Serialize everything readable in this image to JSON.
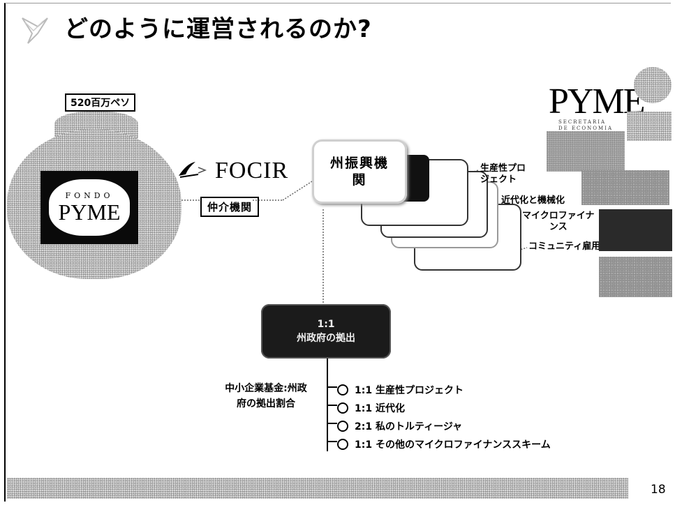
{
  "slide": {
    "title": "どのように運営されるのか?",
    "page_number": "18"
  },
  "fund": {
    "amount_label": "520百万ペソ",
    "fondo_text": "FONDO",
    "pyme_text": "PYME"
  },
  "intermediary": {
    "logo_text": "FOCIR",
    "role_label": "仲介機関"
  },
  "state_agency": {
    "line1": "州振興機",
    "line2": "関"
  },
  "outputs": [
    {
      "line1": "生産性プロ",
      "line2": "ジェクト"
    },
    {
      "line1": "近代化と機械化",
      "line2": ""
    },
    {
      "line1": "マイクロファイナ",
      "line2": "ンス"
    },
    {
      "line1": "コミュニティ雇用",
      "line2": ""
    }
  ],
  "pyme_logo": {
    "text": "PYME",
    "sub1": "SECRETARIA",
    "sub2": "DE ECONOMIA"
  },
  "contribution_box": {
    "line1": "1:1",
    "line2": "州政府の拠出"
  },
  "ratio": {
    "header_line1": "中小企業基金:州政",
    "header_line2": "府の拠出割合",
    "items": [
      "1:1 生産性プロジェクト",
      "1:1 近代化",
      "2:1 私のトルティージャ",
      "1:1 その他のマイクロファイナンススキーム"
    ]
  }
}
